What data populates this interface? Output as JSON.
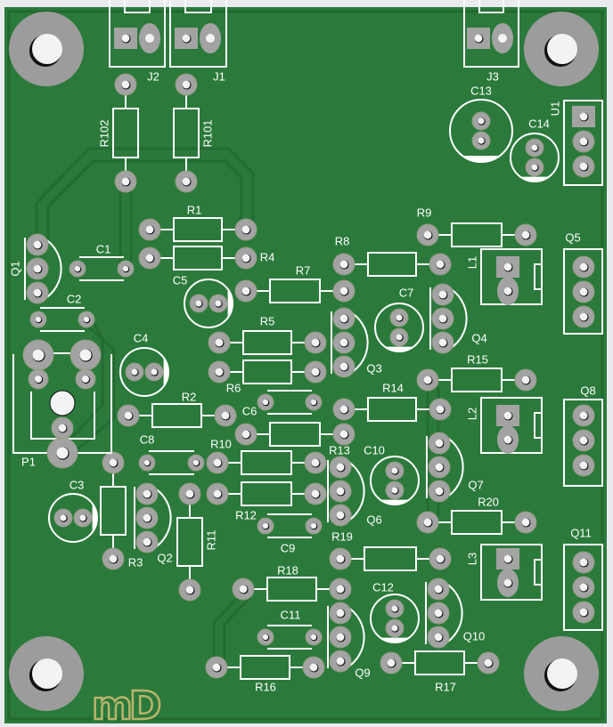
{
  "board": {
    "colors": {
      "substrate": "#2b7a3b",
      "border": "#22682f",
      "trace": "#246b33",
      "silkscreen": "#ffffff",
      "pad": "#a3a3a3",
      "hole": "#f2f3f5",
      "logo": "#b8b46c",
      "background": "#e9ebee"
    },
    "logo": "mD",
    "mounting_holes": 4
  },
  "components": [
    {
      "ref": "J1",
      "type": "connector-2pin"
    },
    {
      "ref": "J2",
      "type": "connector-2pin"
    },
    {
      "ref": "J3",
      "type": "connector-2pin"
    },
    {
      "ref": "R101",
      "type": "resistor"
    },
    {
      "ref": "R102",
      "type": "resistor"
    },
    {
      "ref": "R1",
      "type": "resistor"
    },
    {
      "ref": "R2",
      "type": "resistor"
    },
    {
      "ref": "R3",
      "type": "resistor"
    },
    {
      "ref": "R4",
      "type": "resistor"
    },
    {
      "ref": "R5",
      "type": "resistor"
    },
    {
      "ref": "R6",
      "type": "resistor"
    },
    {
      "ref": "R7",
      "type": "resistor"
    },
    {
      "ref": "R8",
      "type": "resistor"
    },
    {
      "ref": "R9",
      "type": "resistor"
    },
    {
      "ref": "R10",
      "type": "resistor"
    },
    {
      "ref": "R11",
      "type": "resistor"
    },
    {
      "ref": "R12",
      "type": "resistor"
    },
    {
      "ref": "R13",
      "type": "resistor"
    },
    {
      "ref": "R14",
      "type": "resistor"
    },
    {
      "ref": "R15",
      "type": "resistor"
    },
    {
      "ref": "R16",
      "type": "resistor"
    },
    {
      "ref": "R17",
      "type": "resistor"
    },
    {
      "ref": "R18",
      "type": "resistor"
    },
    {
      "ref": "R19",
      "type": "resistor"
    },
    {
      "ref": "R20",
      "type": "resistor"
    },
    {
      "ref": "C1",
      "type": "capacitor"
    },
    {
      "ref": "C2",
      "type": "capacitor"
    },
    {
      "ref": "C3",
      "type": "electrolytic"
    },
    {
      "ref": "C4",
      "type": "electrolytic"
    },
    {
      "ref": "C5",
      "type": "electrolytic"
    },
    {
      "ref": "C6",
      "type": "capacitor"
    },
    {
      "ref": "C7",
      "type": "electrolytic"
    },
    {
      "ref": "C8",
      "type": "capacitor"
    },
    {
      "ref": "C9",
      "type": "capacitor"
    },
    {
      "ref": "C10",
      "type": "electrolytic"
    },
    {
      "ref": "C11",
      "type": "capacitor"
    },
    {
      "ref": "C12",
      "type": "electrolytic"
    },
    {
      "ref": "C13",
      "type": "electrolytic"
    },
    {
      "ref": "C14",
      "type": "electrolytic"
    },
    {
      "ref": "Q1",
      "type": "transistor"
    },
    {
      "ref": "Q2",
      "type": "transistor"
    },
    {
      "ref": "Q3",
      "type": "transistor"
    },
    {
      "ref": "Q4",
      "type": "transistor"
    },
    {
      "ref": "Q5",
      "type": "header-3pin"
    },
    {
      "ref": "Q6",
      "type": "transistor"
    },
    {
      "ref": "Q7",
      "type": "transistor"
    },
    {
      "ref": "Q8",
      "type": "header-3pin"
    },
    {
      "ref": "Q9",
      "type": "transistor"
    },
    {
      "ref": "Q10",
      "type": "transistor"
    },
    {
      "ref": "Q11",
      "type": "header-3pin"
    },
    {
      "ref": "U1",
      "type": "header-3pin"
    },
    {
      "ref": "L1",
      "type": "inductor"
    },
    {
      "ref": "L2",
      "type": "inductor"
    },
    {
      "ref": "L3",
      "type": "inductor"
    },
    {
      "ref": "P1",
      "type": "power-jack"
    }
  ]
}
